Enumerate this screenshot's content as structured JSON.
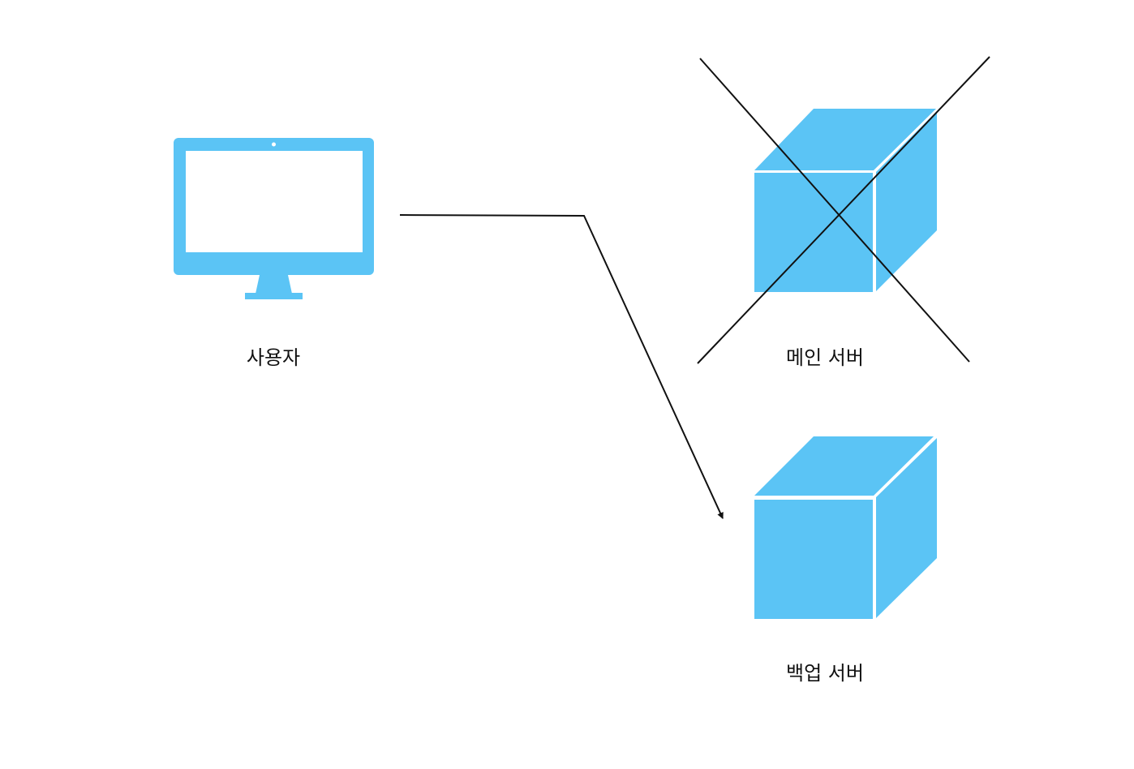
{
  "colors": {
    "node_fill": "#5BC4F5",
    "line": "#111111",
    "background": "#ffffff"
  },
  "nodes": {
    "user": {
      "label": "사용자",
      "icon": "monitor-icon"
    },
    "main_server": {
      "label": "메인 서버",
      "icon": "server-cube-icon",
      "status": "unavailable"
    },
    "backup_server": {
      "label": "백업 서버",
      "icon": "server-cube-icon",
      "status": "active"
    }
  },
  "connections": [
    {
      "from": "user",
      "to": "backup_server",
      "arrow": true
    }
  ]
}
